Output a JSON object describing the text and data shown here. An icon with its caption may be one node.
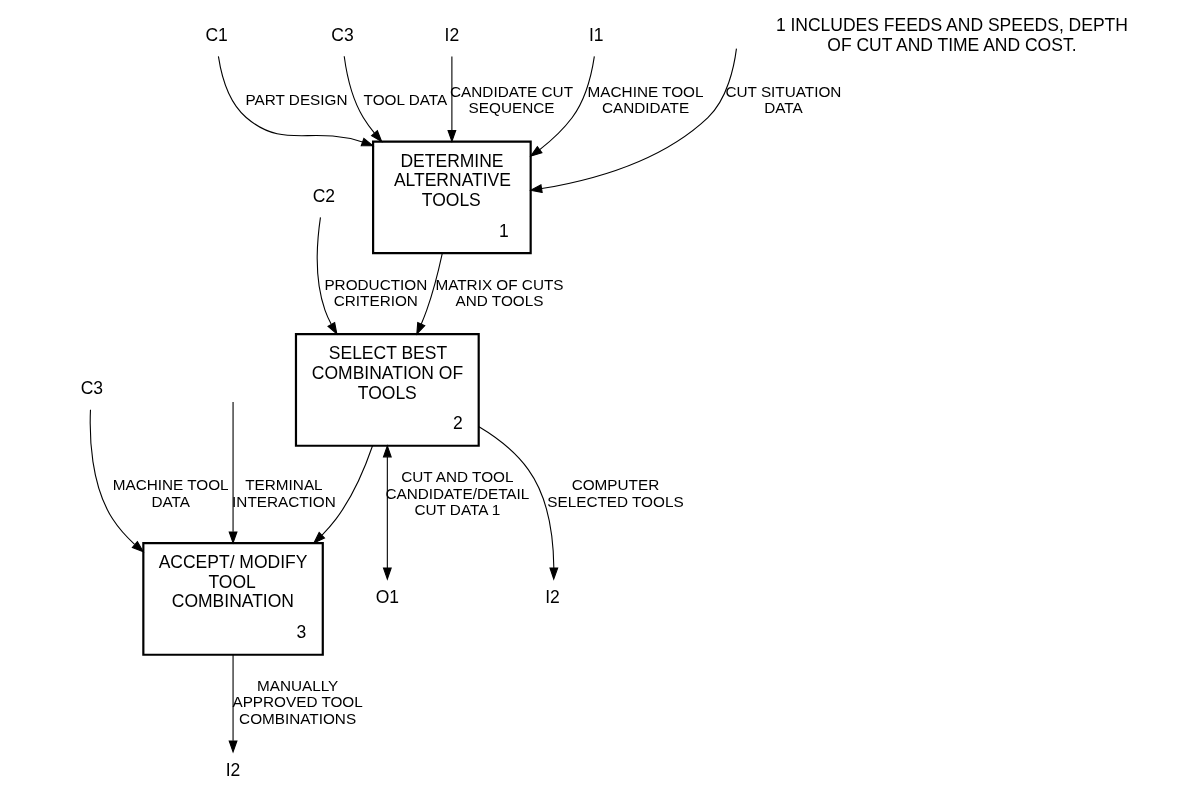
{
  "diagram": {
    "nodes": [
      {
        "text": [
          "DETERMINE ALTERNATIVE TOOLS",
          "1"
        ]
      },
      {
        "text": [
          "SELECT BEST COMBINATION OF TOOLS",
          "2"
        ]
      },
      {
        "text": [
          "ACCEPT/ MODIFY TOOL COMBINATION",
          "3"
        ]
      },
      {
        "text": [
          "C1"
        ]
      },
      {
        "text": [
          "C3"
        ]
      },
      {
        "text": [
          "I2"
        ]
      },
      {
        "text": [
          "I1"
        ]
      },
      {
        "text": [
          "C2"
        ]
      },
      {
        "text": [
          "O1"
        ]
      },
      {
        "text": [
          "I2"
        ]
      },
      {
        "text": [
          "C3"
        ]
      },
      {
        "text": [
          "I2"
        ]
      }
    ],
    "edges": [
      {
        "from": 3,
        "to": 0,
        "arrow": "to",
        "label": "PART DESIGN"
      },
      {
        "from": null,
        "to": 0,
        "arrow": "to",
        "label": "CUT SITUATION DATA"
      },
      {
        "from": 4,
        "to": 0,
        "arrow": "to",
        "label": "TOOL DATA"
      },
      {
        "from": 5,
        "to": 0,
        "arrow": "to",
        "label": "CANDIDATE CUT SEQUENCE"
      },
      {
        "from": 6,
        "to": 0,
        "arrow": "to",
        "label": "MACHINE TOOL CANDIDATE"
      },
      {
        "from": 0,
        "to": 1,
        "arrow": "to",
        "label": "MATRIX OF CUTS AND TOOLS"
      },
      {
        "from": 7,
        "to": 1,
        "arrow": "to",
        "label": "PRODUCTION CRITERION"
      },
      {
        "from": 1,
        "to": 8,
        "arrow": "both",
        "label": "CUT AND TOOL CANDIDATE/DETAIL CUT DATA 1"
      },
      {
        "from": 1,
        "to": 9,
        "arrow": "to",
        "label": "COMPUTER SELECTED TOOLS"
      },
      {
        "from": 1,
        "to": 2,
        "arrow": "to"
      },
      {
        "from": 10,
        "to": 2,
        "arrow": "to",
        "label": "MACHINE TOOL DATA"
      },
      {
        "from": 2,
        "to": 11,
        "arrow": "to",
        "label": "MANUALLY APPROVED TOOL COMBINATIONS"
      },
      {
        "from": null,
        "to": 2,
        "arrow": "to",
        "label": "TERMINAL INTERACTION"
      }
    ],
    "labels": [
      "1 INCLUDES FEEDS AND SPEEDS, DEPTH OF CUT AND TIME AND COST."
    ]
  }
}
